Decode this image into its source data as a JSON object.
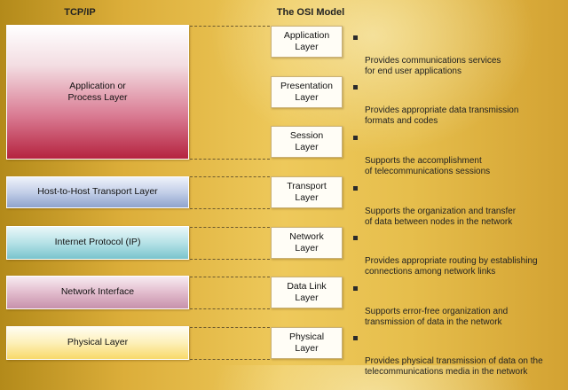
{
  "headers": {
    "tcpip": "TCP/IP",
    "osi": "The OSI Model"
  },
  "tcpip_layers": [
    {
      "label": "Application or\nProcess Layer"
    },
    {
      "label": "Host-to-Host Transport Layer"
    },
    {
      "label": "Internet Protocol (IP)"
    },
    {
      "label": "Network Interface"
    },
    {
      "label": "Physical Layer"
    }
  ],
  "osi_layers": [
    {
      "label": "Application\nLayer",
      "description": "Provides communications services\nfor end user applications"
    },
    {
      "label": "Presentation\nLayer",
      "description": "Provides appropriate data transmission\nformats and codes"
    },
    {
      "label": "Session\nLayer",
      "description": "Supports the accomplishment\nof telecommunications sessions"
    },
    {
      "label": "Transport\nLayer",
      "description": "Supports the organization and transfer\nof data between nodes in the network"
    },
    {
      "label": "Network\nLayer",
      "description": "Provides appropriate routing by establishing\nconnections among network links"
    },
    {
      "label": "Data Link\nLayer",
      "description": "Supports error-free organization and\ntransmission of data in the network"
    },
    {
      "label": "Physical\nLayer",
      "description": "Provides physical transmission of data on the\ntelecommunications media in the network"
    }
  ],
  "colors": {
    "background": "#e6be4c",
    "app_layer": "#b5233f",
    "transport_layer": "#8fa3cd",
    "internet_layer": "#7ac4cd",
    "network_interface_layer": "#c791ab",
    "physical_layer": "#f8d96a"
  }
}
